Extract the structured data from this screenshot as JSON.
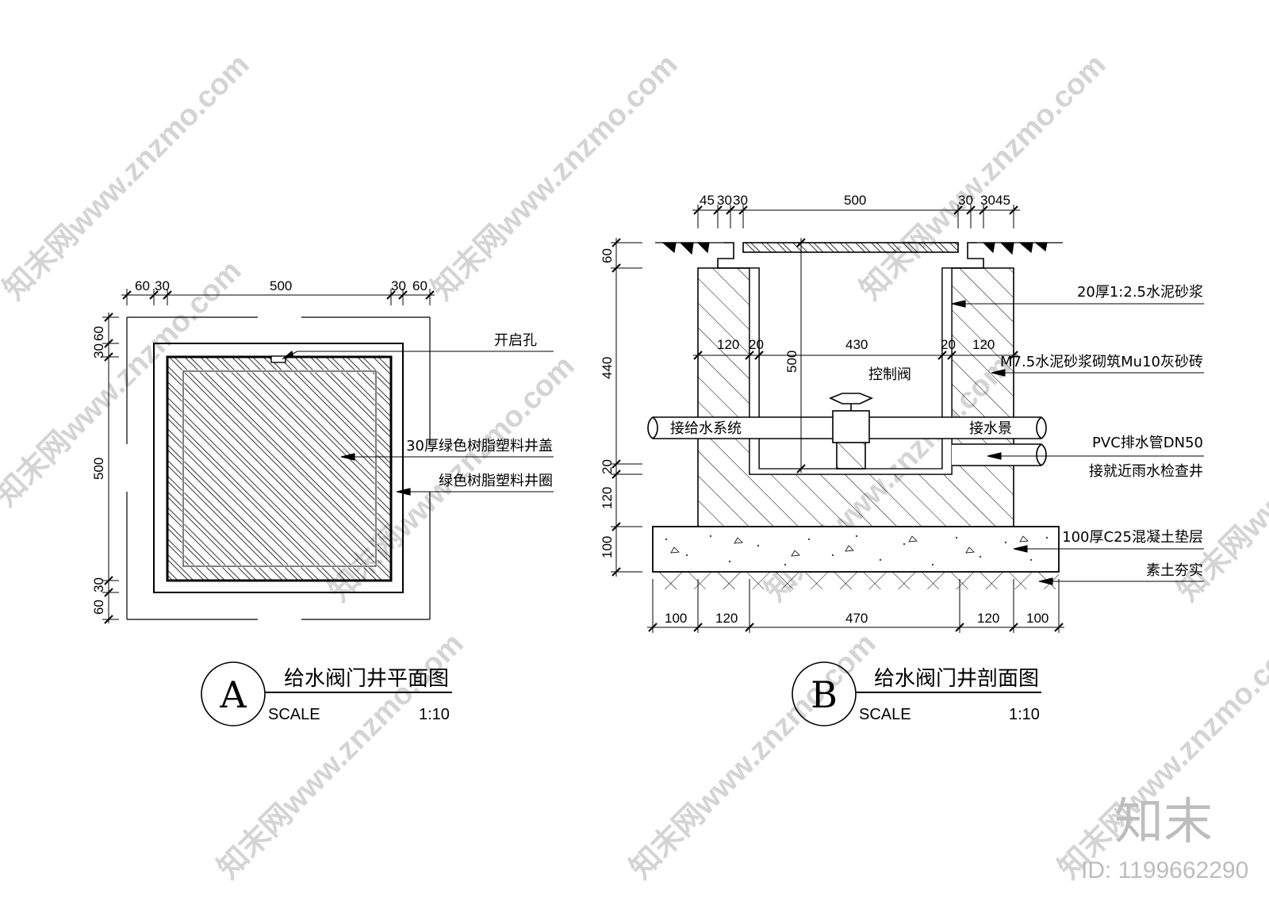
{
  "watermark": {
    "text": "知末网www.znzmo.com"
  },
  "brand": {
    "logo": "知末",
    "id": "ID: 1199662290"
  },
  "plan": {
    "dims_top": [
      "60",
      "30",
      "500",
      "30",
      "60"
    ],
    "dims_left": [
      "30",
      "60",
      "500",
      "60",
      "30"
    ],
    "labels": {
      "opening_hole": "开启孔",
      "cover": "30厚绿色树脂塑料井盖",
      "ring": "绿色树脂塑料井圈"
    },
    "title": {
      "marker": "A",
      "name": "给水阀门井平面图",
      "scale_label": "SCALE",
      "scale_value": "1:10"
    }
  },
  "section": {
    "dims_top": [
      "45",
      "30",
      "30",
      "500",
      "30",
      "30",
      "45"
    ],
    "dims_left": [
      "60",
      "440",
      "20",
      "120",
      "100"
    ],
    "dims_bottom": [
      "100",
      "120",
      "470",
      "120",
      "100"
    ],
    "dims_inner": [
      "120",
      "20",
      "430",
      "20",
      "120"
    ],
    "dim_height": "500",
    "labels": {
      "mortar": "20厚1:2.5水泥砂浆",
      "brick": "M7.5水泥砂浆砌筑Mu10灰砂砖",
      "valve": "控制阀",
      "supply": "接给水系统",
      "feature": "接水景",
      "drain": "PVC排水管DN50",
      "drain_to": "接就近雨水检查井",
      "concrete": "100厚C25混凝土垫层",
      "soil": "素土夯实"
    },
    "title": {
      "marker": "B",
      "name": "给水阀门井剖面图",
      "scale_label": "SCALE",
      "scale_value": "1:10"
    }
  }
}
